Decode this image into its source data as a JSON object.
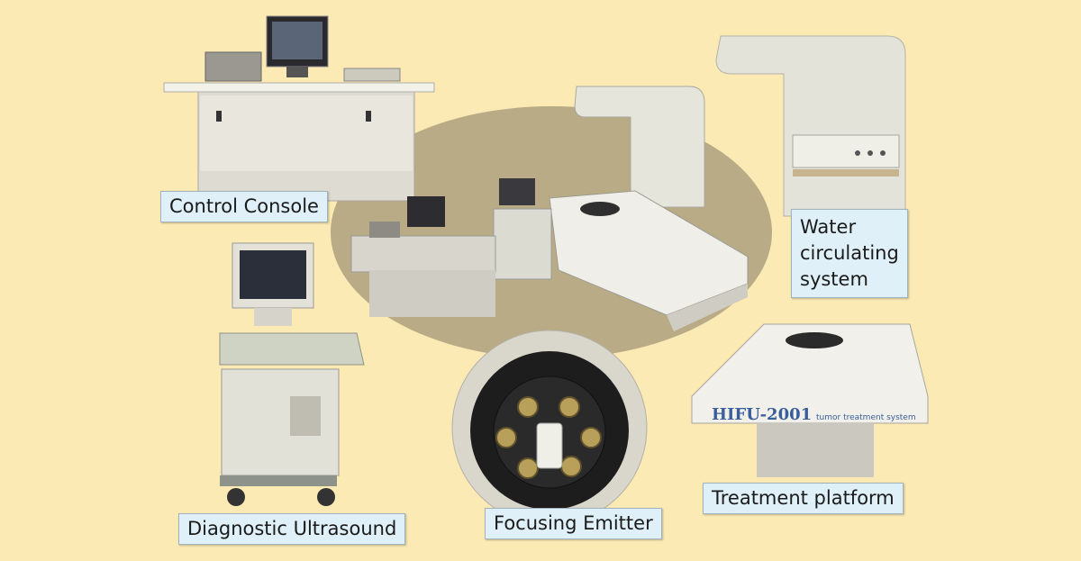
{
  "labels": {
    "control_console": "Control Console",
    "water_circulating": [
      "Water",
      "circulating",
      "system"
    ],
    "diagnostic_ultrasound": "Diagnostic Ultrasound",
    "focusing_emitter": "Focusing Emitter",
    "treatment_platform": "Treatment platform"
  },
  "platform_branding": {
    "model": "HIFU-2001",
    "subtitle": "tumor treatment system"
  },
  "colors": {
    "background": "#fbeab4",
    "center_ellipse": "#b9ab85",
    "label_fill": "#dff0f8",
    "equipment": "#e8e6dc"
  }
}
